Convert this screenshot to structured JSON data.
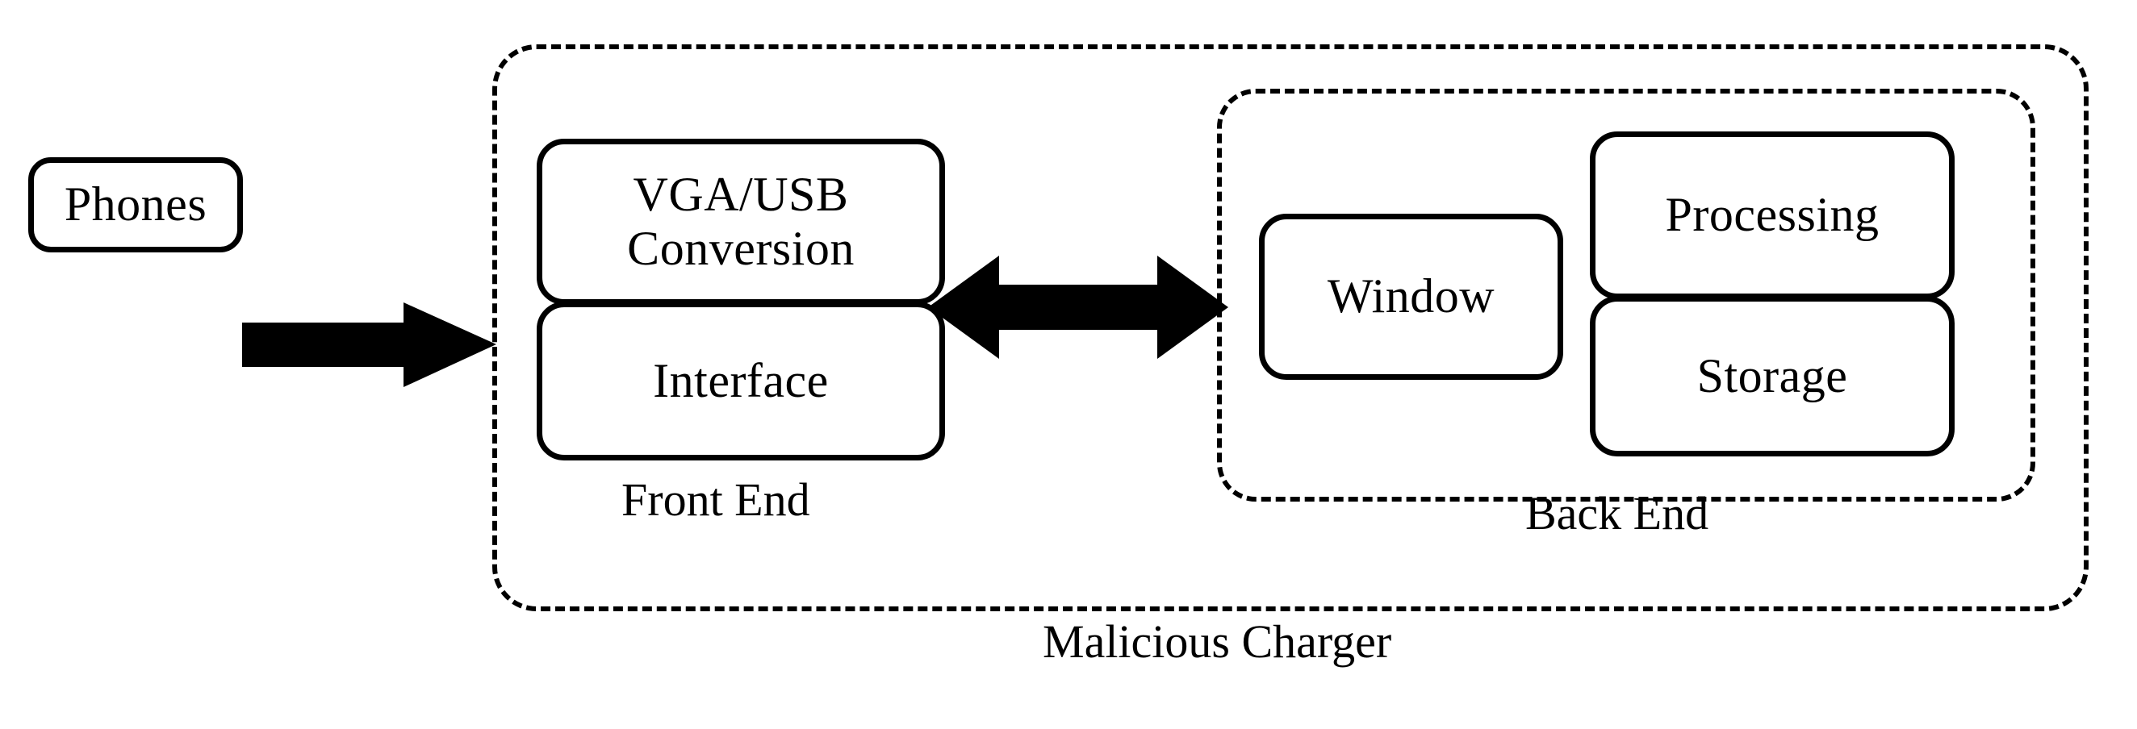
{
  "diagram": {
    "title_caption": "Malicious Charger",
    "nodes": {
      "phones": "Phones",
      "vga_usb_conversion": "VGA/USB\nConversion",
      "interface": "Interface",
      "window": "Window",
      "processing": "Processing",
      "storage": "Storage"
    },
    "groups": {
      "front_end": "Front End",
      "back_end": "Back End",
      "malicious_charger": "Malicious Charger"
    },
    "connectors": [
      {
        "name": "phones-to-front-end",
        "from": "Phones",
        "to": "Front End",
        "style": "single-headed-arrow",
        "direction": "right"
      },
      {
        "name": "front-end-to-back-end",
        "from": "Front End",
        "to": "Back End",
        "style": "double-headed-arrow",
        "direction": "bidirectional"
      }
    ],
    "colors": {
      "stroke": "#000000",
      "fill": "#ffffff",
      "background": "#ffffff"
    }
  }
}
